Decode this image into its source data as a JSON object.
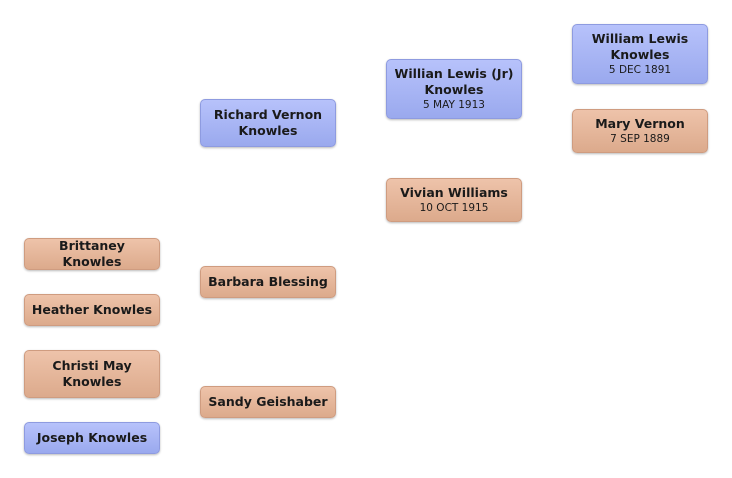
{
  "tree": {
    "children": [
      {
        "name": "Brittaney Knowles",
        "sex": "female"
      },
      {
        "name": "Heather Knowles",
        "sex": "female"
      },
      {
        "name": "Christi May Knowles",
        "sex": "female"
      },
      {
        "name": "Joseph Knowles",
        "sex": "male"
      }
    ],
    "parents": [
      {
        "name": "Richard Vernon Knowles",
        "sex": "male"
      },
      {
        "name": "Barbara Blessing",
        "sex": "female"
      },
      {
        "name": "Sandy Geishaber",
        "sex": "female"
      }
    ],
    "grandparents": [
      {
        "name": "Willian Lewis (Jr) Knowles",
        "date": "5 MAY 1913",
        "sex": "male"
      },
      {
        "name": "Vivian  Williams",
        "date": "10 OCT 1915",
        "sex": "female"
      }
    ],
    "great_grandparents": [
      {
        "name": "William Lewis Knowles",
        "date": "5 DEC 1891",
        "sex": "male"
      },
      {
        "name": "Mary  Vernon",
        "date": "7 SEP 1889",
        "sex": "female"
      }
    ]
  },
  "colors": {
    "male": "#a3b1f3",
    "female": "#e6b89d"
  }
}
